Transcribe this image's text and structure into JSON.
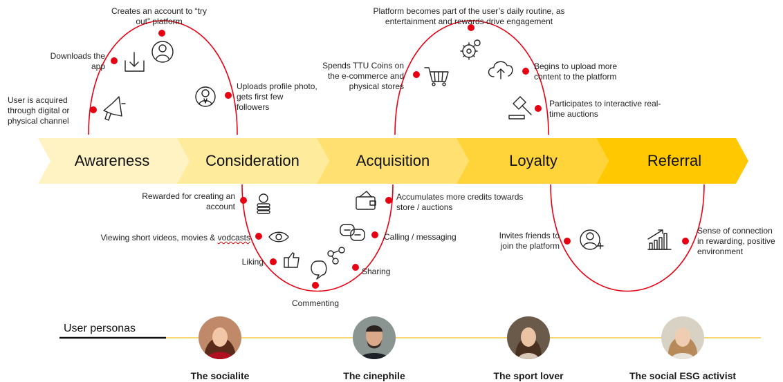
{
  "stages": [
    "Awareness",
    "Consideration",
    "Acquisition",
    "Loyalty",
    "Referral"
  ],
  "stage_colors": [
    "#fff3c4",
    "#ffeb9c",
    "#ffe070",
    "#ffd43a",
    "#ffc800"
  ],
  "accent_color": "#e60012",
  "labels": {
    "acquired": "User is acquired through digital or physical channel",
    "downloads": "Downloads the app",
    "creates_account": "Creates an account to “try out” platform",
    "uploads_photo": "Uploads profile photo, gets first few followers",
    "spends_coins": "Spends TTU Coins on the e-commerce and physical stores",
    "daily_routine": "Platform becomes part of the user’s daily routine, as entertainment and rewards drive engagement",
    "upload_content": "Begins to upload more content to the platform",
    "auctions": "Participates to interactive real-time auctions",
    "rewarded": "Rewarded for creating an account",
    "viewing_pre": "Viewing short videos, movies & ",
    "viewing_word": "vodcasts",
    "liking": "Liking",
    "commenting": "Commenting",
    "sharing": "Sharing",
    "calling": "Calling / messaging",
    "accumulates": "Accumulates more credits towards store / auctions",
    "invites": "Invites friends to join the platform",
    "sense": "Sense of connection in rewarding, positive environment"
  },
  "personas": {
    "title": "User personas",
    "items": [
      {
        "name": "The socialite"
      },
      {
        "name": "The cinephile"
      },
      {
        "name": "The sport lover"
      },
      {
        "name": "The social ESG activist"
      }
    ]
  }
}
